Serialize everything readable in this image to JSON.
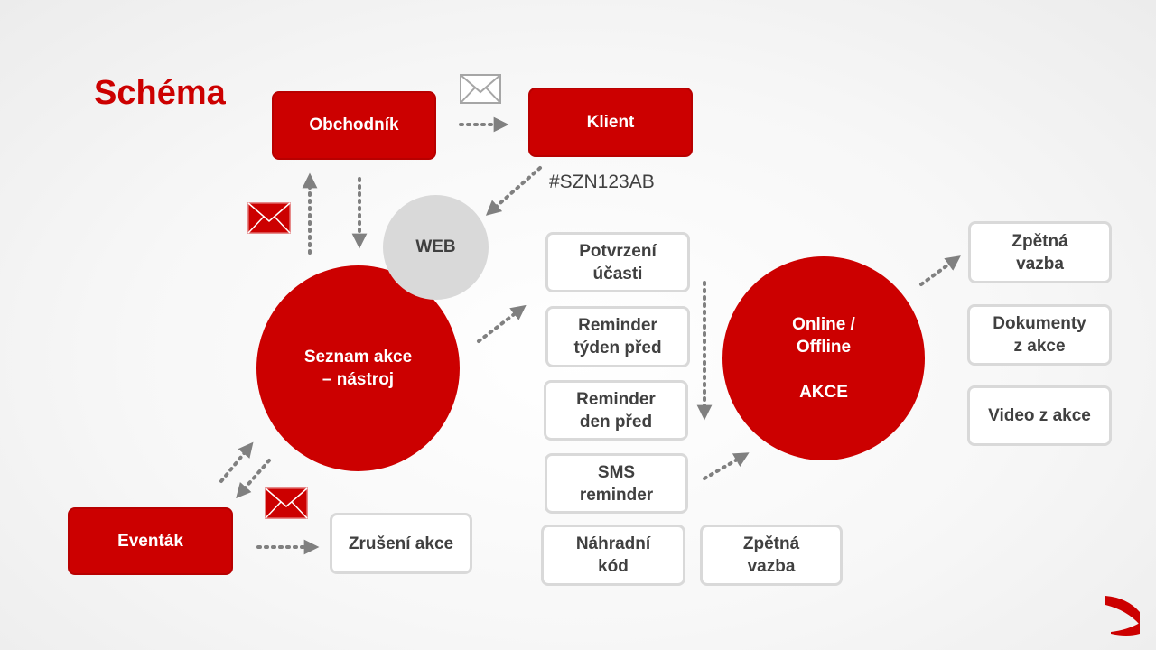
{
  "title": "Schéma",
  "nodes": {
    "obchodnik": "Obchodník",
    "klient": "Klient",
    "web": "WEB",
    "seznam": "Seznam akce\n– nástroj",
    "eventak": "Eventák",
    "zruseni": "Zrušení akce",
    "potvrzeni": "Potvrzení\núčasti",
    "reminder_tyden": "Reminder\ntýden před",
    "reminder_den": "Reminder\nden před",
    "sms": "SMS\nreminder",
    "nahradni": "Náhradní\nkód",
    "zpetna_bottom": "Zpětná\nvazba",
    "akce": "Online /\nOffline\n\nAKCE",
    "zpetna_right": "Zpětná\nvazba",
    "dokumenty": "Dokumenty\nz akce",
    "video": "Video z akce"
  },
  "code": "#SZN123AB",
  "colors": {
    "accent": "#cc0000",
    "web": "#d9d9d9",
    "arrow": "#808080",
    "box_border": "#d9d9d9"
  },
  "icons": [
    "envelope-icon-grey",
    "envelope-icon-red-left",
    "envelope-icon-red-bottom",
    "corner-logo-icon"
  ]
}
